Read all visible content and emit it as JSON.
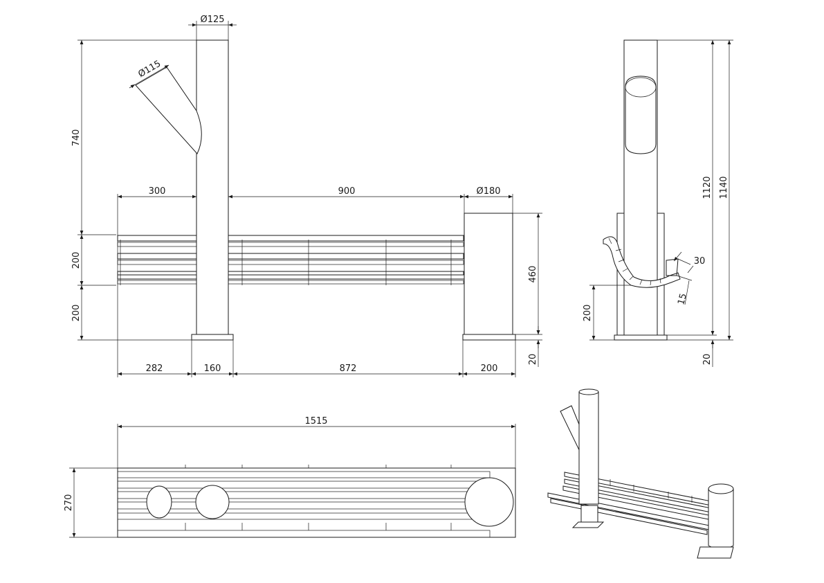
{
  "front_view": {
    "dim_diameter_post": "Ø125",
    "dim_diameter_pipe": "Ø115",
    "dim_diameter_bin": "Ø180",
    "dim_top_height": "740",
    "dim_seat_left": "300",
    "dim_seat_span": "900",
    "dim_backrest_height": "200",
    "dim_seat_height": "200",
    "dim_bin_height": "460",
    "dim_base_plate": "20",
    "dim_bottom_left": "282",
    "dim_bottom_post": "160",
    "dim_bottom_span": "872",
    "dim_bottom_bin": "200"
  },
  "side_view": {
    "dim_total_inner": "1120",
    "dim_total_outer": "1140",
    "dim_slat_width": "30",
    "dim_slat_thickness": "15",
    "dim_seat_height": "200",
    "dim_base_plate": "20"
  },
  "top_view": {
    "dim_length": "1515",
    "dim_depth": "270"
  }
}
